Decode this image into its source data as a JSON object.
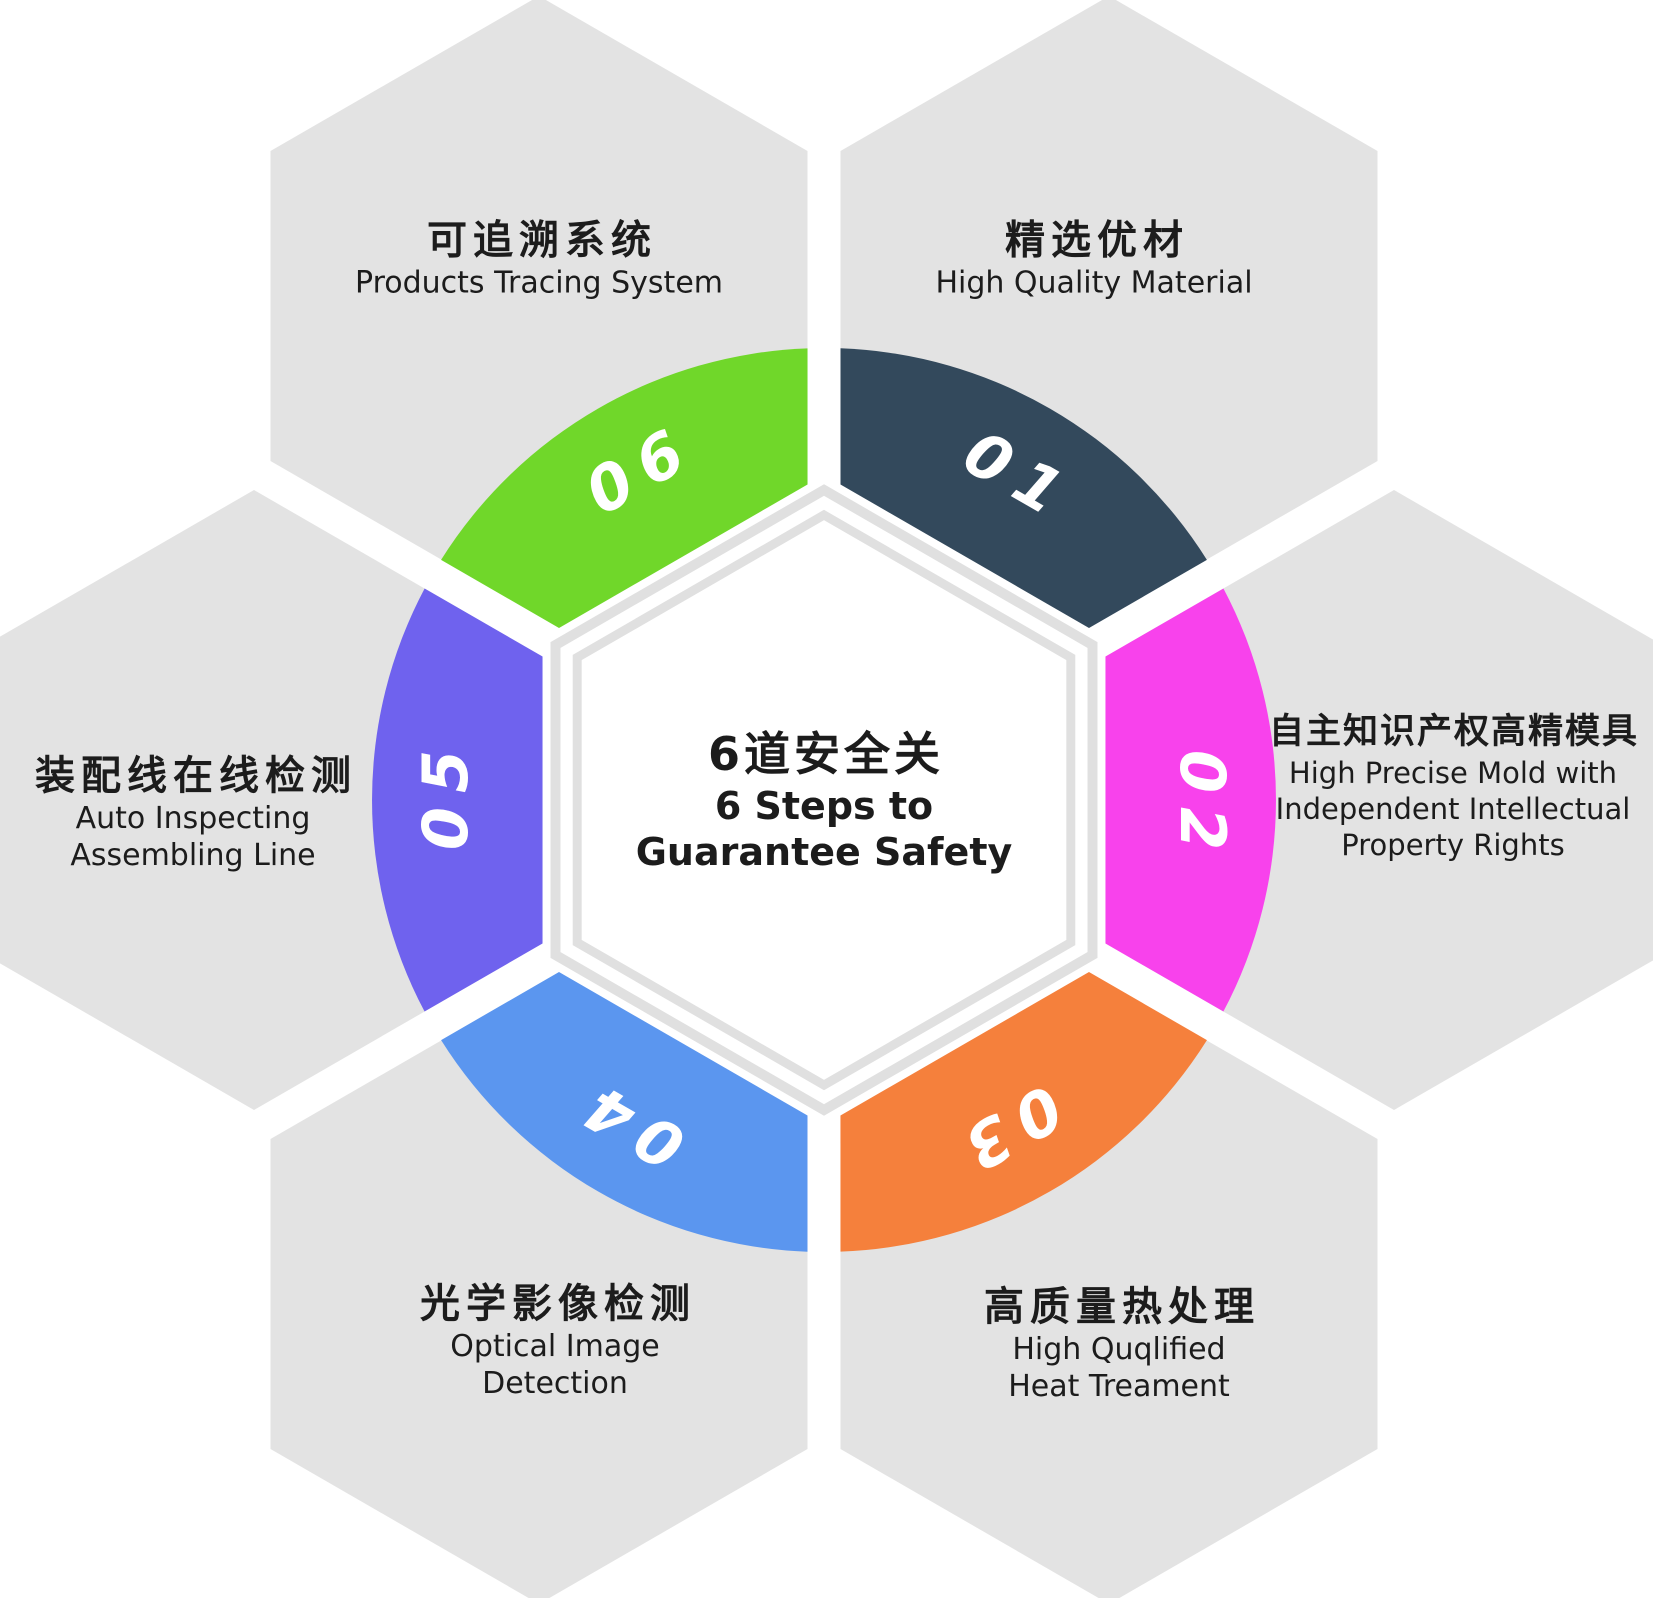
{
  "title": {
    "center_cn": "6道安全关",
    "center_en": [
      "6 Steps to",
      "Guarantee Safety"
    ]
  },
  "steps": [
    {
      "number": "01",
      "color": "#33495C",
      "title_cn": "精选优材",
      "title_en": [
        "High Quality Material"
      ]
    },
    {
      "number": "02",
      "color": "#F842EC",
      "title_cn": "自主知识产权高精模具",
      "title_en": [
        "High Precise Mold with",
        "Independent Intellectual",
        "Property Rights"
      ]
    },
    {
      "number": "03",
      "color": "#F5803C",
      "title_cn": "高质量热处理",
      "title_en": [
        "High Quqlified",
        "Heat Treament"
      ]
    },
    {
      "number": "04",
      "color": "#5B96EF",
      "title_cn": "光学影像检测",
      "title_en": [
        "Optical Image",
        "Detection"
      ]
    },
    {
      "number": "05",
      "color": "#6F62EE",
      "title_cn": "装配线在线检测",
      "title_en": [
        "Auto Inspecting",
        "Assembling Line"
      ]
    },
    {
      "number": "06",
      "color": "#70D72A",
      "title_cn": "可追溯系统",
      "title_en": [
        "Products Tracing System"
      ]
    }
  ],
  "theme": {
    "background": "#FFFFFF",
    "tile_fill": "#E3E3E3",
    "outline_color": "#E0E0E0",
    "number_color": "#FFFFFF",
    "text_color": "#1C1C1C",
    "center_fill": "#FFFFFF"
  }
}
